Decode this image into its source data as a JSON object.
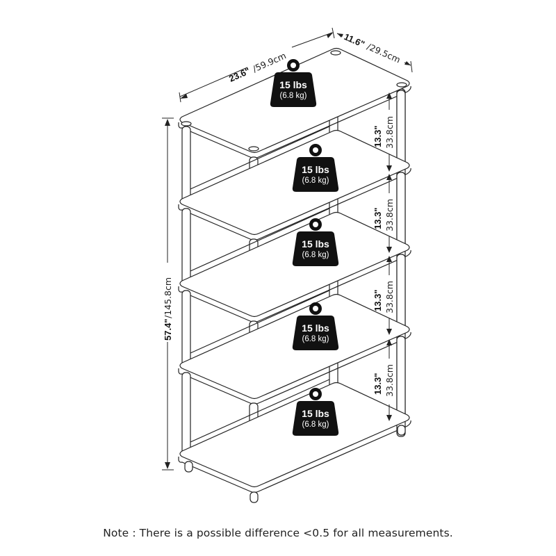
{
  "product": {
    "type": "5-tier shelf",
    "tiers": 5
  },
  "dimensions": {
    "width": {
      "imperial": "23.6\"",
      "metric": "/59.9cm"
    },
    "depth": {
      "imperial": "11.6\"",
      "metric": "/29.5cm"
    },
    "height": {
      "imperial": "57.4\"",
      "metric": "/145.8cm"
    },
    "shelf_spacing": [
      {
        "imperial": "13.3\"",
        "metric": "33.8cm"
      },
      {
        "imperial": "13.3\"",
        "metric": "33.8cm"
      },
      {
        "imperial": "13.3\"",
        "metric": "33.8cm"
      },
      {
        "imperial": "13.3\"",
        "metric": "33.8cm"
      }
    ]
  },
  "weight_capacity": [
    {
      "line1": "15 lbs",
      "line2": "(6.8 kg)"
    },
    {
      "line1": "15 lbs",
      "line2": "(6.8 kg)"
    },
    {
      "line1": "15 lbs",
      "line2": "(6.8 kg)"
    },
    {
      "line1": "15 lbs",
      "line2": "(6.8 kg)"
    },
    {
      "line1": "15 lbs",
      "line2": "(6.8 kg)"
    }
  ],
  "note": "Note : There is a possible difference <0.5 for all measurements.",
  "colors": {
    "line": "#222222",
    "weight_icon": "#111111",
    "background": "#ffffff"
  }
}
